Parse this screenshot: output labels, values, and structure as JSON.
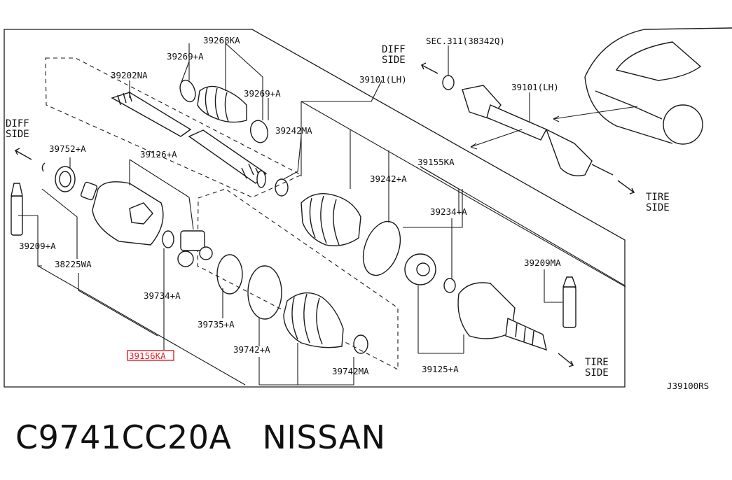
{
  "labels": {
    "diff_side_left": [
      "DIFF",
      "SIDE"
    ],
    "diff_side_top": [
      "DIFF",
      "SIDE"
    ],
    "tire_side_right": [
      "TIRE",
      "SIDE"
    ],
    "tire_side_bottom": [
      "TIRE",
      "SIDE"
    ],
    "p39268KA": "39268KA",
    "p39269A_top": "39269+A",
    "p39269A_mid": "39269+A",
    "p39202NA": "39202NA",
    "p39242MA": "39242MA",
    "p39101LH_a": "39101(LH)",
    "p39101LH_b": "39101(LH)",
    "sec311": "SEC.311(38342Q)",
    "p39752A": "39752+A",
    "p39126A": "39126+A",
    "p39155KA": "39155KA",
    "p39242A": "39242+A",
    "p39234A": "39234+A",
    "p39209A": "39209+A",
    "p38225WA": "38225WA",
    "p39209MA": "39209MA",
    "p39734A": "39734+A",
    "p39735A": "39735+A",
    "p39742A": "39742+A",
    "p39742MA": "39742MA",
    "p39125A": "39125+A",
    "p39156KA": "39156KA",
    "code": "J39100RS"
  },
  "highlight": {
    "part": "39156KA",
    "color": "#e0202a"
  },
  "caption": {
    "part_number": "C9741CC20A",
    "brand": "NISSAN"
  }
}
